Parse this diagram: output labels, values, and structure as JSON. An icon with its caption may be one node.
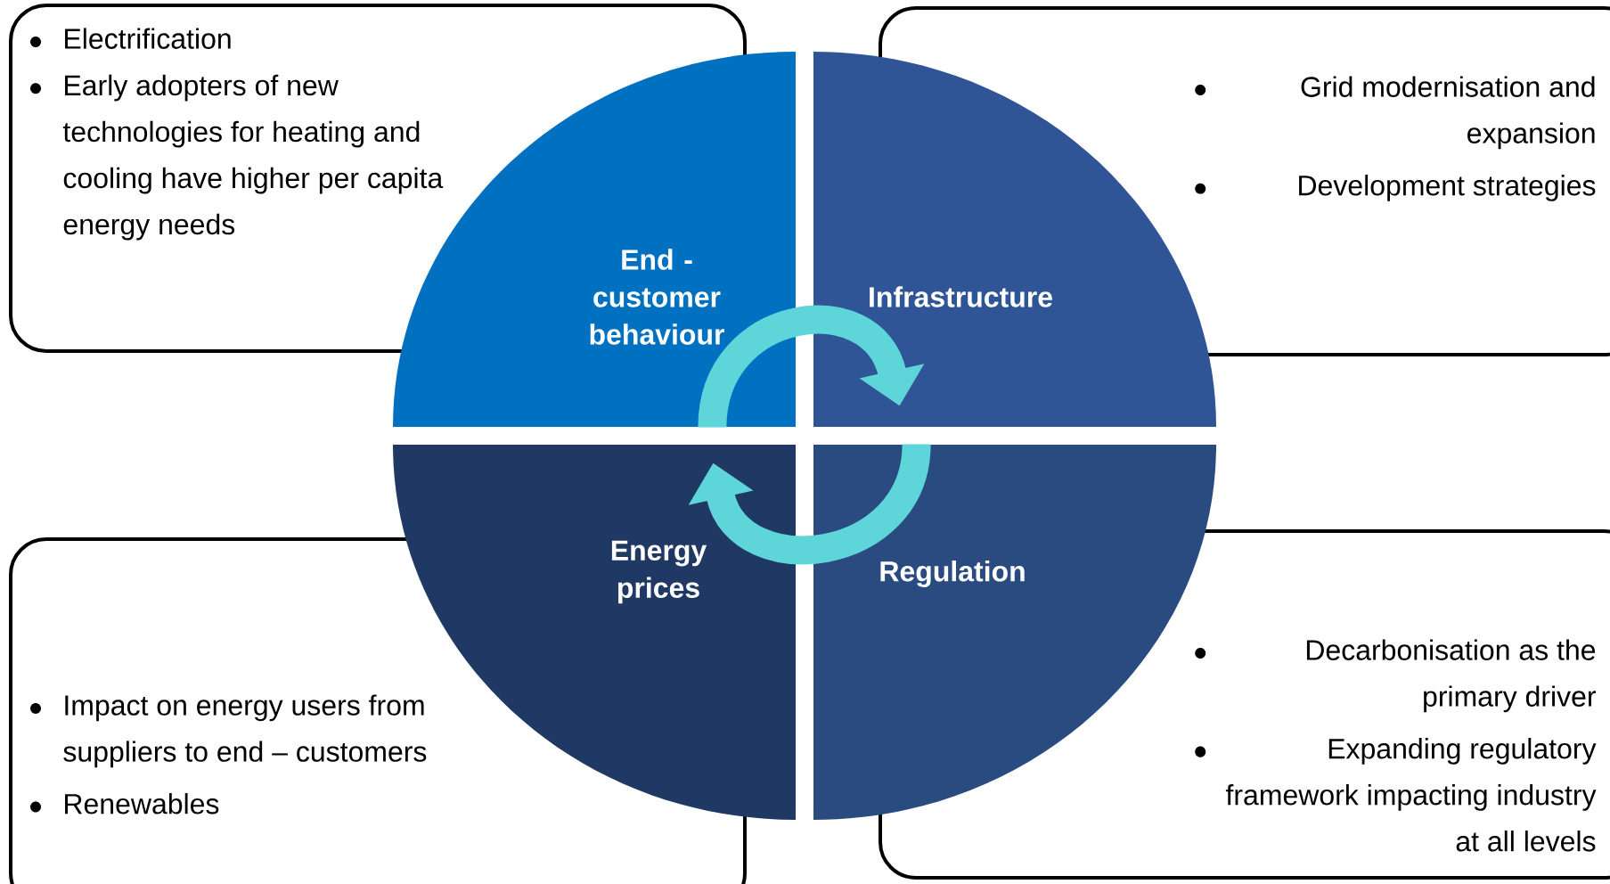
{
  "diagram": {
    "nodes": [
      {
        "text": [
          "Electrification",
          "Early adopters of new technologies for heating and cooling have higher per capita energy needs"
        ]
      },
      {
        "text": [
          "Grid modernisation and expansion",
          "Development strategies"
        ]
      },
      {
        "text": [
          "Impact on energy users from suppliers to end – customers",
          "Renewables"
        ]
      },
      {
        "text": [
          "Decarbonisation as the primary driver",
          "Expanding regulatory framework impacting industry at all levels"
        ]
      },
      {
        "text": [
          "End - customer behaviour"
        ]
      },
      {
        "text": [
          "Infrastructure"
        ]
      },
      {
        "text": [
          "Energy prices"
        ]
      },
      {
        "text": [
          "Regulation"
        ]
      }
    ],
    "edges": [
      {
        "from": 4,
        "to": 5,
        "arrow": "to"
      },
      {
        "from": 7,
        "to": 6,
        "arrow": "to"
      }
    ]
  }
}
